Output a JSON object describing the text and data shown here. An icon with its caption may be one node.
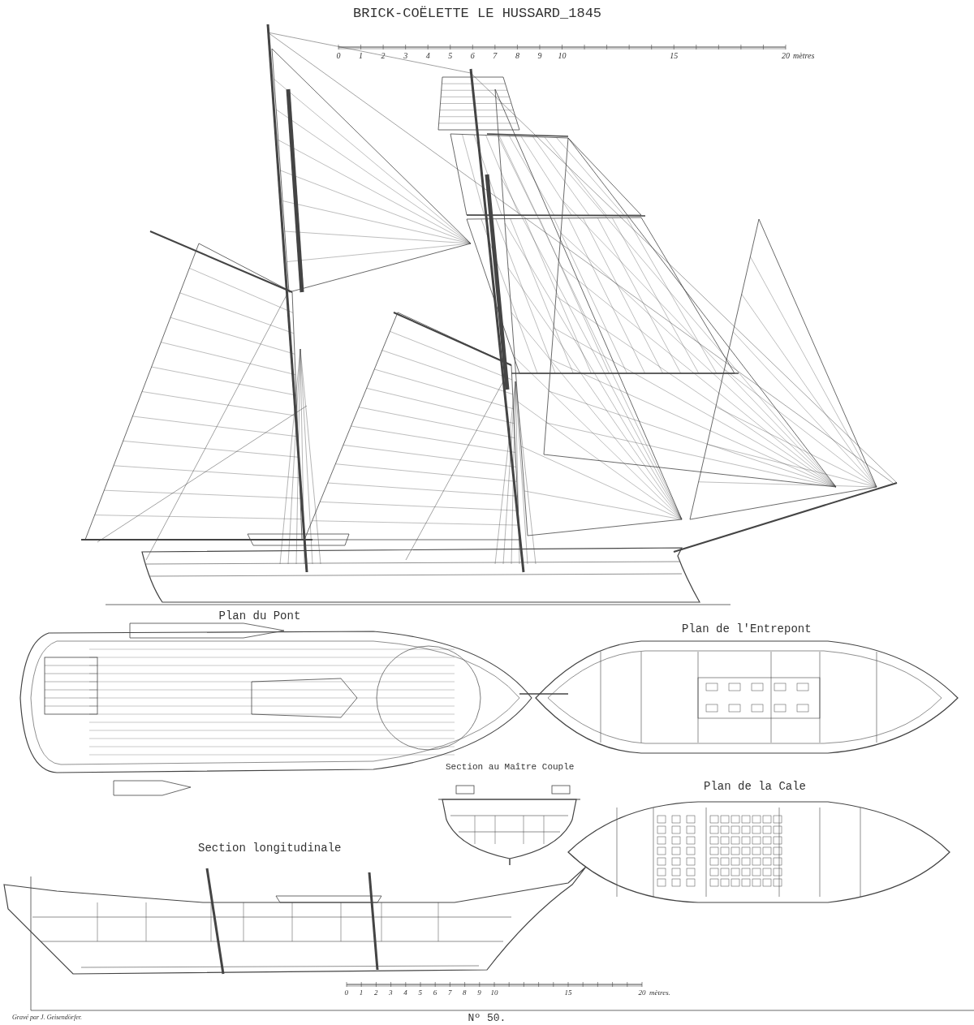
{
  "diagram": {
    "title": "BRICK-COËLETTE LE HUSSARD_1845",
    "labels": [
      "0",
      "1",
      "2",
      "3",
      "4",
      "5",
      "6",
      "7",
      "8",
      "9",
      "10",
      "15",
      "20",
      "mètres",
      "Plan du Pont",
      "Plan de l'Entrepont",
      "Section au Maître Couple",
      "Plan de la Cale",
      "Section longitudinale",
      "0",
      "1",
      "2",
      "3",
      "4",
      "5",
      "6",
      "7",
      "8",
      "9",
      "10",
      "15",
      "20",
      "mètres.",
      "Gravé par J. Geisendörfer.",
      "Nº 50."
    ]
  }
}
